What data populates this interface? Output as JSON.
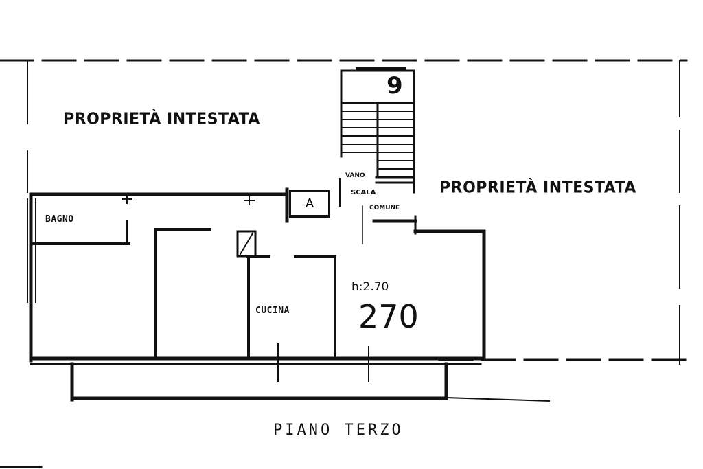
{
  "drawing": {
    "title": "PIANO TERZO",
    "type": "floor plan"
  },
  "labels": {
    "property_left": "PROPRIETÀ INTESTATA",
    "property_right": "PROPRIETÀ INTESTATA",
    "bathroom": "BAGNO",
    "kitchen": "CUCINA",
    "lift": "A",
    "stair_vano": "VANO",
    "stair_scala": "SCALA",
    "stair_comune": "COMUNE",
    "stair_number": "9",
    "ceiling_height": "h:2.70",
    "ceiling_height_large": "270"
  },
  "colors": {
    "ink": "#111111",
    "paper": "#ffffff"
  }
}
